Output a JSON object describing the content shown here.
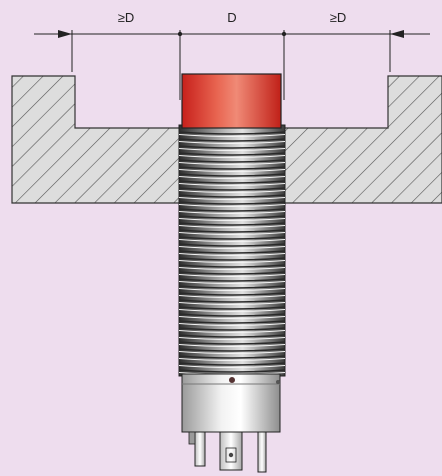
{
  "labels": {
    "left_clearance": "≥D",
    "diameter": "D",
    "right_clearance": "≥D"
  },
  "colors": {
    "background": "#EEDDEE",
    "plate_fill": "#DDDDDD",
    "hatch_stroke": "#555555",
    "outline": "#222222",
    "sensor_face_top": "#E25C48",
    "sensor_face_bottom": "#C7201B",
    "thread_dark": "#3A3A3A",
    "thread_light": "#D8D8D8",
    "housing_light": "#F2F2F2",
    "housing_dark": "#9A9A9A"
  },
  "icons": {
    "sensor": "inductive-proximity-sensor-icon",
    "dimension_arrow": "dimension-arrow-icon"
  }
}
